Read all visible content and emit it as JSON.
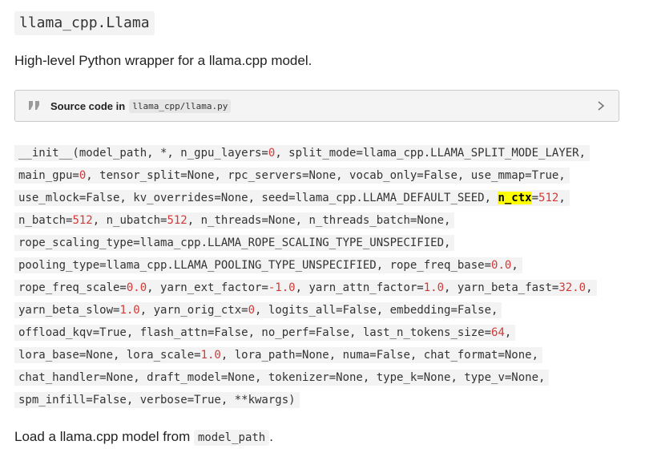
{
  "title": "llama_cpp.Llama",
  "description": "High-level Python wrapper for a llama.cpp model.",
  "source": {
    "label": "Source code in",
    "path": "llama_cpp/llama.py",
    "icon": "quote-icon",
    "expand_icon": "chevron-right-icon"
  },
  "signature_lines": [
    [
      [
        "__init__(model_path, *, n_gpu_layers=",
        "t"
      ],
      [
        "0",
        "n"
      ],
      [
        ", split_mode=llama_cpp.LLAMA_SPLIT_MODE_LAYER,",
        "t"
      ]
    ],
    [
      [
        "main_gpu=",
        "t"
      ],
      [
        "0",
        "n"
      ],
      [
        ", tensor_split=None, rpc_servers=None, vocab_only=False, use_mmap=True,",
        "t"
      ]
    ],
    [
      [
        "use_mlock=False, kv_overrides=None, seed=llama_cpp.LLAMA_DEFAULT_SEED, ",
        "t"
      ],
      [
        "n_ctx",
        "h"
      ],
      [
        "=",
        "t"
      ],
      [
        "512",
        "n"
      ],
      [
        ",",
        "t"
      ]
    ],
    [
      [
        "n_batch=",
        "t"
      ],
      [
        "512",
        "n"
      ],
      [
        ", n_ubatch=",
        "t"
      ],
      [
        "512",
        "n"
      ],
      [
        ", n_threads=None, n_threads_batch=None,",
        "t"
      ]
    ],
    [
      [
        "rope_scaling_type=llama_cpp.LLAMA_ROPE_SCALING_TYPE_UNSPECIFIED,",
        "t"
      ]
    ],
    [
      [
        "pooling_type=llama_cpp.LLAMA_POOLING_TYPE_UNSPECIFIED, rope_freq_base=",
        "t"
      ],
      [
        "0.0",
        "n"
      ],
      [
        ",",
        "t"
      ]
    ],
    [
      [
        "rope_freq_scale=",
        "t"
      ],
      [
        "0.0",
        "n"
      ],
      [
        ", yarn_ext_factor=",
        "t"
      ],
      [
        "-1.0",
        "n"
      ],
      [
        ", yarn_attn_factor=",
        "t"
      ],
      [
        "1.0",
        "n"
      ],
      [
        ", yarn_beta_fast=",
        "t"
      ],
      [
        "32.0",
        "n"
      ],
      [
        ",",
        "t"
      ]
    ],
    [
      [
        "yarn_beta_slow=",
        "t"
      ],
      [
        "1.0",
        "n"
      ],
      [
        ", yarn_orig_ctx=",
        "t"
      ],
      [
        "0",
        "n"
      ],
      [
        ", logits_all=False, embedding=False,",
        "t"
      ]
    ],
    [
      [
        "offload_kqv=True, flash_attn=False, no_perf=False, last_n_tokens_size=",
        "t"
      ],
      [
        "64",
        "n"
      ],
      [
        ",",
        "t"
      ]
    ],
    [
      [
        "lora_base=None, lora_scale=",
        "t"
      ],
      [
        "1.0",
        "n"
      ],
      [
        ", lora_path=None, numa=False, chat_format=None,",
        "t"
      ]
    ],
    [
      [
        "chat_handler=None, draft_model=None, tokenizer=None, type_k=None, type_v=None,",
        "t"
      ]
    ],
    [
      [
        "spm_infill=False, verbose=True, **kwargs)",
        "t"
      ]
    ]
  ],
  "footer": {
    "prefix": "Load a llama.cpp model from ",
    "code": "model_path",
    "suffix": "."
  },
  "colors": {
    "number": "#d23a3a",
    "highlight": "#ffff00",
    "code_bg": "#f3f3f3"
  }
}
